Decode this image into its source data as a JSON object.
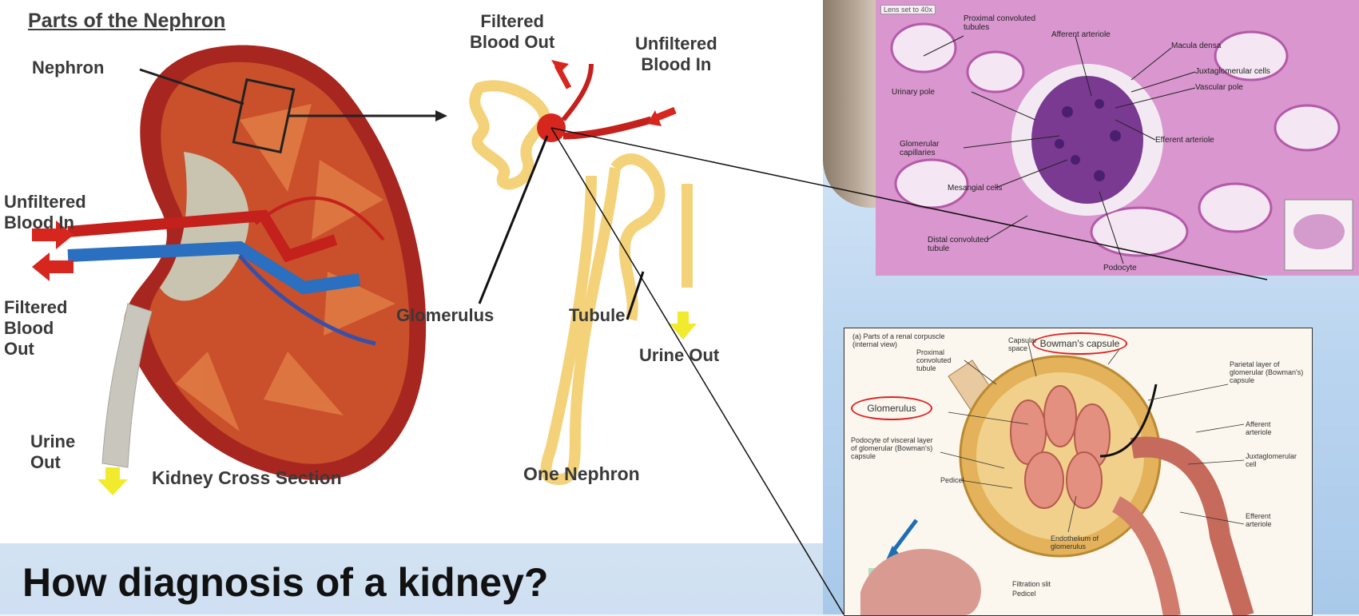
{
  "diagram": {
    "title": "Parts of the Nephron",
    "labels": {
      "nephron": "Nephron",
      "unfiltered_blood_in_left": "Unfiltered\nBlood In",
      "filtered_blood_out_left": "Filtered\nBlood\nOut",
      "urine_out_left": "Urine\nOut",
      "kidney_caption": "Kidney Cross Section",
      "filtered_blood_out_top": "Filtered\nBlood Out",
      "unfiltered_blood_in_top": "Unfiltered\nBlood In",
      "glomerulus": "Glomerulus",
      "tubule": "Tubule",
      "urine_out_right": "Urine Out",
      "nephron_caption": "One Nephron"
    }
  },
  "histology": {
    "lens": "Lens set to 40x",
    "labels": [
      "Proximal convoluted tubules",
      "Afferent arteriole",
      "Macula densa",
      "Juxtaglomerular cells",
      "Vascular pole",
      "Urinary pole",
      "Glomerular capillaries",
      "Efferent arteriole",
      "Mesangial cells",
      "Distal convoluted tubule",
      "Podocyte"
    ]
  },
  "textbook": {
    "heading": "(a) Parts of a renal corpuscle (internal view)",
    "bowman": "Bowman's capsule",
    "glomerulus": "Glomerulus",
    "labels": [
      "Capsular space",
      "Proximal convoluted tubule",
      "Parietal layer of glomerular (Bowman's) capsule",
      "Afferent arteriole",
      "Juxtaglomerular cell",
      "Podocyte of visceral layer of glomerular (Bowman's) capsule",
      "Pedicel",
      "Endothelium of glomerulus",
      "Efferent arteriole",
      "Filtration slit",
      "Pedicel"
    ]
  },
  "question": "How diagnosis of a kidney?",
  "colors": {
    "kidney_cortex": "#c9502a",
    "kidney_outer": "#a82620",
    "artery_red": "#c4201c",
    "vein_blue": "#2a6fc0",
    "tubule_yellow": "#f3d27a",
    "urine_arrow": "#f2ea2c",
    "histo_pink": "#d996cf"
  }
}
